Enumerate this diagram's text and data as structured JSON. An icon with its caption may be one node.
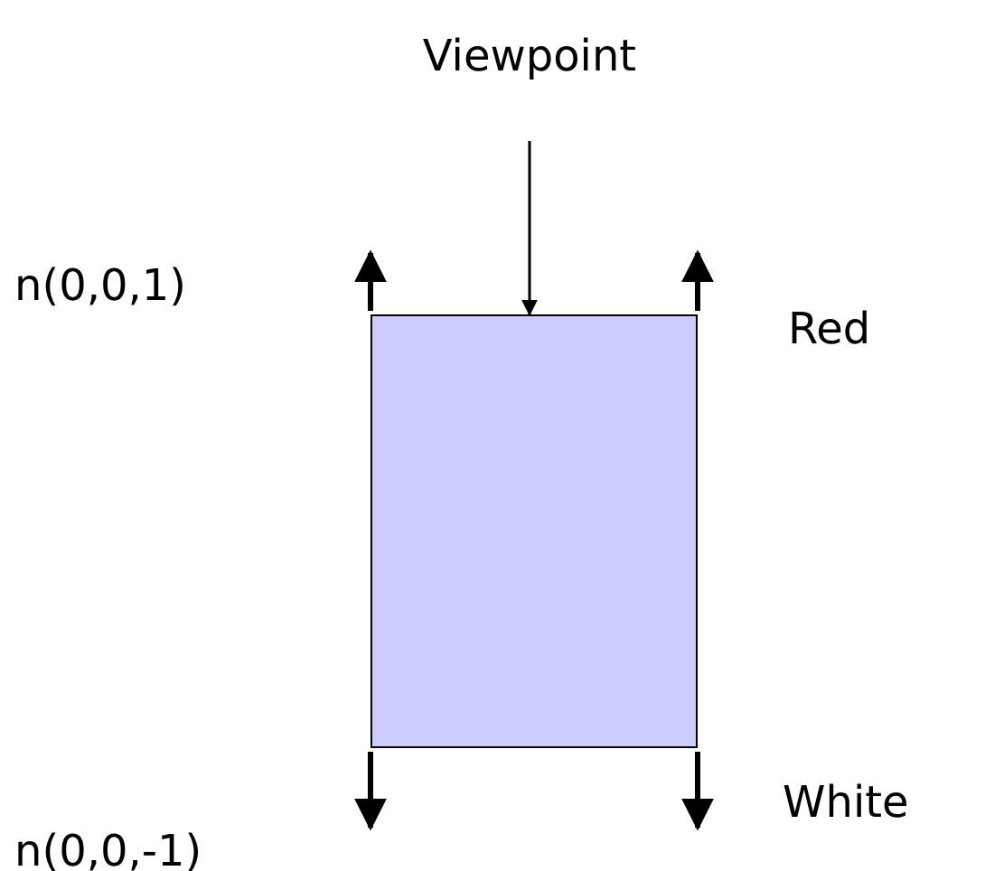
{
  "diagram": {
    "nodes": [
      {
        "text": [
          "Viewpoint"
        ]
      },
      {
        "text": [],
        "shape": "box"
      }
    ],
    "edges": [
      {
        "from": 0,
        "to": 1,
        "arrow": "to"
      }
    ],
    "labels": [
      "n(0,0,1)",
      "Red",
      "White",
      "n(0,0,-1)"
    ]
  }
}
